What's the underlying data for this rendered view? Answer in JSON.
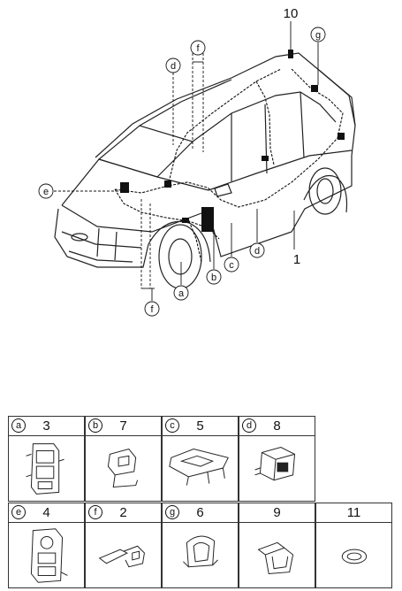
{
  "diagram": {
    "callouts": {
      "ref_10": "10",
      "ref_1": "1",
      "g_top": "g",
      "d_top": "d",
      "f_top": "f",
      "e_left": "e",
      "a_bottom": "a",
      "b_bottom": "b",
      "c_bottom": "c",
      "d_bottom": "d",
      "f_bottom": "f"
    }
  },
  "parts": {
    "row1": [
      {
        "letter": "a",
        "number": "3",
        "icon": "connector-block-icon"
      },
      {
        "letter": "b",
        "number": "7",
        "icon": "wire-clip-icon"
      },
      {
        "letter": "c",
        "number": "5",
        "icon": "bracket-icon"
      },
      {
        "letter": "d",
        "number": "8",
        "icon": "relay-box-icon"
      }
    ],
    "row2": [
      {
        "letter": "e",
        "number": "4",
        "icon": "junction-block-icon"
      },
      {
        "letter": "f",
        "number": "2",
        "icon": "harness-clip-icon"
      },
      {
        "letter": "g",
        "number": "6",
        "icon": "holder-icon"
      },
      {
        "letter": "",
        "number": "9",
        "icon": "protector-icon"
      },
      {
        "letter": "",
        "number": "11",
        "icon": "grommet-icon"
      }
    ]
  }
}
